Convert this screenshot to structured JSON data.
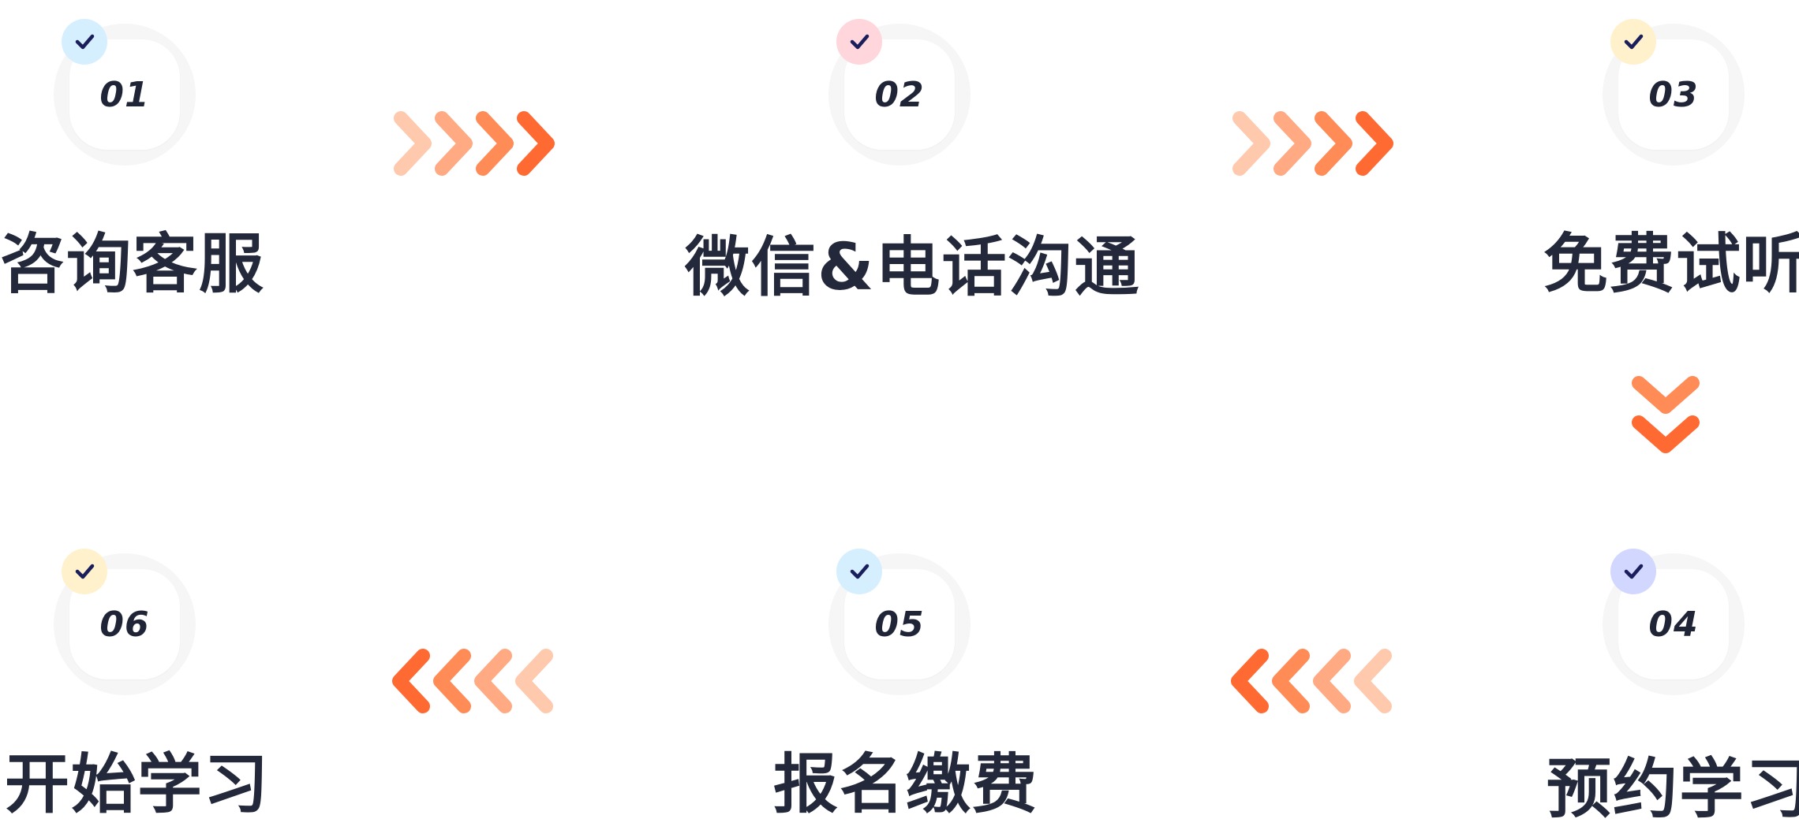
{
  "steps": [
    {
      "number": "01",
      "label": "咨询客服",
      "check_color": "#d6efff"
    },
    {
      "number": "02",
      "label": "微信&电话沟通",
      "check_color": "#ffd6dc"
    },
    {
      "number": "03",
      "label": "免费试听",
      "check_color": "#fff1cc"
    },
    {
      "number": "04",
      "label": "预约学习",
      "check_color": "#d2d7ff"
    },
    {
      "number": "05",
      "label": "报名缴费",
      "check_color": "#d6efff"
    },
    {
      "number": "06",
      "label": "开始学习",
      "check_color": "#fff1cc"
    }
  ],
  "colors": {
    "check_mark": "#1a1f5c",
    "arrow_light": "#ffc9ad",
    "arrow_mid1": "#ffaa83",
    "arrow_mid2": "#ff8b57",
    "arrow_dark": "#ff6a33",
    "text": "#23283a"
  },
  "icons": {
    "check": "check-icon",
    "flow_arrow": "chevron-arrows-icon"
  }
}
